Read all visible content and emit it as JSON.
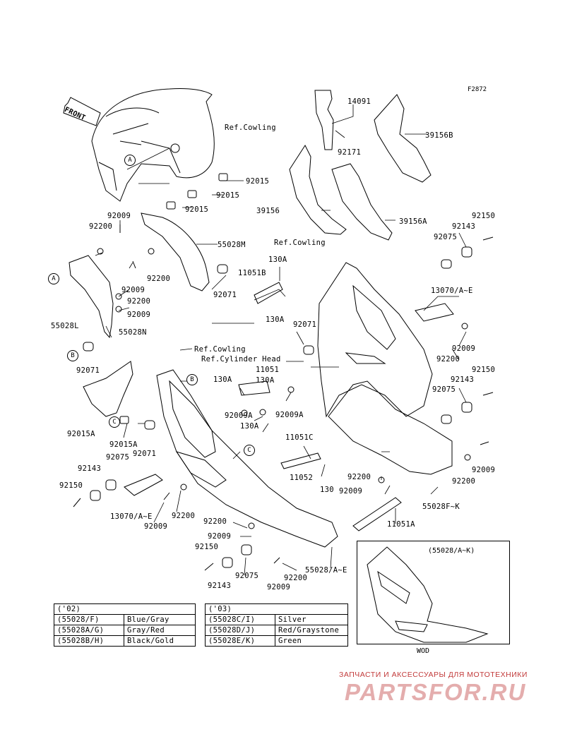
{
  "figure_id": "F2872",
  "front_label": "FRONT",
  "refs": {
    "cowling": "Ref.Cowling",
    "cylinder_head": "Ref.Cylinder Head"
  },
  "part_labels": [
    "14091",
    "92171",
    "39156B",
    "39156",
    "39156A",
    "92015",
    "92015",
    "92015",
    "92009",
    "92200",
    "55028M",
    "92200",
    "92009",
    "92200",
    "92009",
    "92071",
    "55028L",
    "55028N",
    "92071",
    "92015A",
    "92015A",
    "92071",
    "92075",
    "92143",
    "92150",
    "13070/A~E",
    "92009",
    "92200",
    "130A",
    "11051",
    "130A",
    "92009A",
    "130A",
    "11051B",
    "130A",
    "130A",
    "92071",
    "92009A",
    "11051C",
    "11052",
    "92200",
    "92009",
    "130",
    "11051A",
    "92200",
    "92009",
    "92150",
    "92143",
    "92075",
    "92009",
    "92200",
    "92150",
    "92143",
    "92075",
    "13070/A~E",
    "92009",
    "92200",
    "92150",
    "92143",
    "92075",
    "92009",
    "92200",
    "55028F~K",
    "55028/A~E"
  ],
  "callouts": [
    "A",
    "A",
    "B",
    "B",
    "C",
    "C"
  ],
  "color_table_02": {
    "header": "('02)",
    "rows": [
      [
        "(55028/F)",
        "Blue/Gray"
      ],
      [
        "(55028A/G)",
        "Gray/Red"
      ],
      [
        "(55028B/H)",
        "Black/Gold"
      ]
    ]
  },
  "color_table_03": {
    "header": "('03)",
    "rows": [
      [
        "(55028C/I)",
        "Silver"
      ],
      [
        "(55028D/J)",
        "Red/Graystone"
      ],
      [
        "(55028E/K)",
        "Green"
      ]
    ]
  },
  "inset": {
    "title": "(55028/A~K)",
    "caption": "WOD"
  },
  "watermark": {
    "top": "ЗАПЧАСТИ И АКСЕССУАРЫ ДЛЯ МОТОТЕХНИКИ",
    "logo": "PARTSFOR.RU"
  }
}
